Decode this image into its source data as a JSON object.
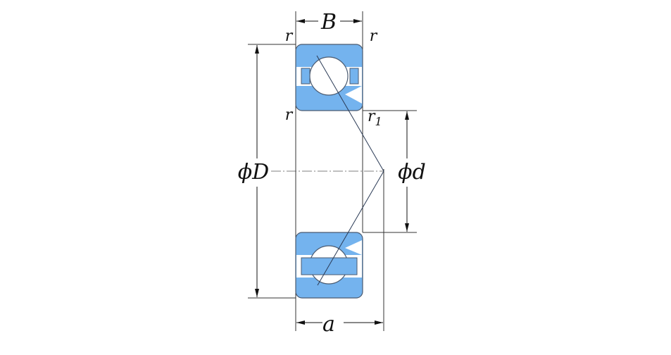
{
  "labels": {
    "width": "B",
    "outer_diameter": "ϕD",
    "bore_diameter": "ϕd",
    "load_center": "a",
    "radius_top_left": "r",
    "radius_top_right": "r",
    "radius_bottom_left": "r",
    "radius_inner": "r",
    "radius_inner_sub": "1"
  },
  "colors": {
    "ring_fill": "#74b3ee",
    "outline": "#4a5a70",
    "line": "#222222"
  }
}
